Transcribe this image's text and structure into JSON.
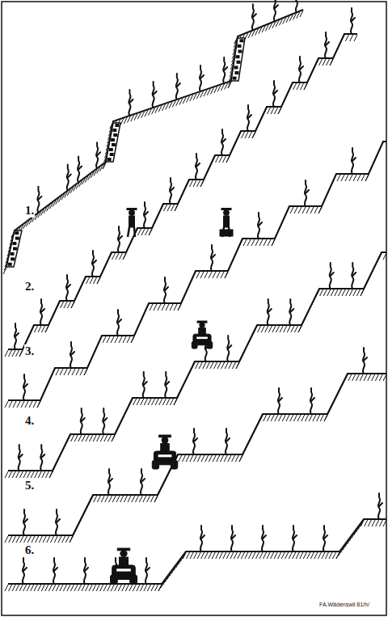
{
  "diagram": {
    "labels": [
      "1.",
      "2.",
      "3.",
      "4.",
      "5.",
      "6.",
      "FA.Wädenswil 81/h/"
    ]
  }
}
